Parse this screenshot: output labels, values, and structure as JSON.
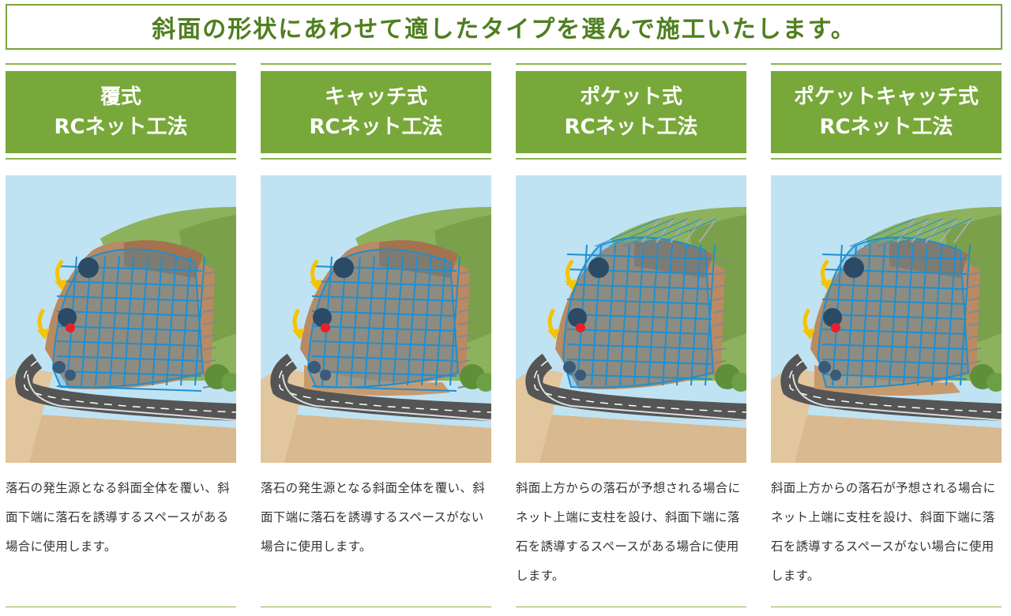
{
  "banner": {
    "title": "斜面の形状にあわせて適したタイプを選んで施工いたします。"
  },
  "columns": [
    {
      "title_line1": "覆式",
      "title_line2": "RCネット工法",
      "description": "落石の発生源となる斜面全体を覆い、斜面下端に落石を誘導するスペースがある場合に使用します。",
      "type": "cover",
      "space": true
    },
    {
      "title_line1": "キャッチ式",
      "title_line2": "RCネット工法",
      "description": "落石の発生源となる斜面全体を覆い、斜面下端に落石を誘導するスペースがない場合に使用します。",
      "type": "catch",
      "space": false
    },
    {
      "title_line1": "ポケット式",
      "title_line2": "RCネット工法",
      "description": "斜面上方からの落石が予想される場合にネット上端に支柱を設け、斜面下端に落石を誘導するスペースがある場合に使用します。",
      "type": "pocket",
      "space": true
    },
    {
      "title_line1": "ポケットキャッチ式",
      "title_line2": "RCネット工法",
      "description": "斜面上方からの落石が予想される場合にネット上端に支柱を設け、斜面下端に落石を誘導するスペースがない場合に使用します。",
      "type": "pocket-catch",
      "space": false
    }
  ],
  "colors": {
    "accent_green": "#78a83a",
    "dark_green": "#4f7f1f",
    "net_blue": "#1f8fcf",
    "sky": "#bfe3f3",
    "rock": "#b98a63",
    "arrow_yellow": "#f5c400",
    "impact_red": "#e8202a"
  }
}
